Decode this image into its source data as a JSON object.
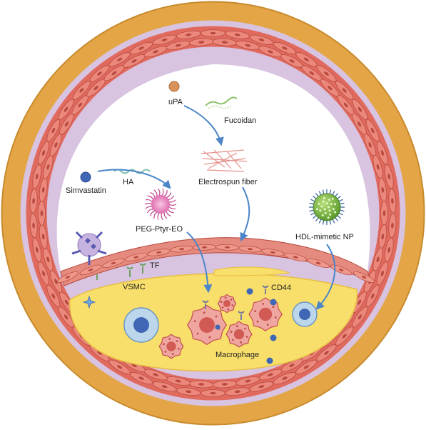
{
  "labels": {
    "upa": "uPA",
    "fucoidan": "Fucoidan",
    "electrospun": "Electrospun fiber",
    "simvastatin": "Simvastatin",
    "ha": "HA",
    "peg": "PEG-Ptyr-EO",
    "hdl": "HDL-mimetic NP",
    "tf": "TF",
    "vsmc": "VSMC",
    "cd44": "CD44",
    "macrophage": "Macrophage"
  },
  "colors": {
    "adventitia": "#e3a545",
    "adventitia_edge": "#c88a2c",
    "intima": "#d8c3e0",
    "muscle": "#e06a5e",
    "muscle_dark": "#b84a3f",
    "plaque": "#f8de6a",
    "arrow": "#4c86c9",
    "cell_blue": "#3f67b5",
    "upa": "#d9935a"
  }
}
